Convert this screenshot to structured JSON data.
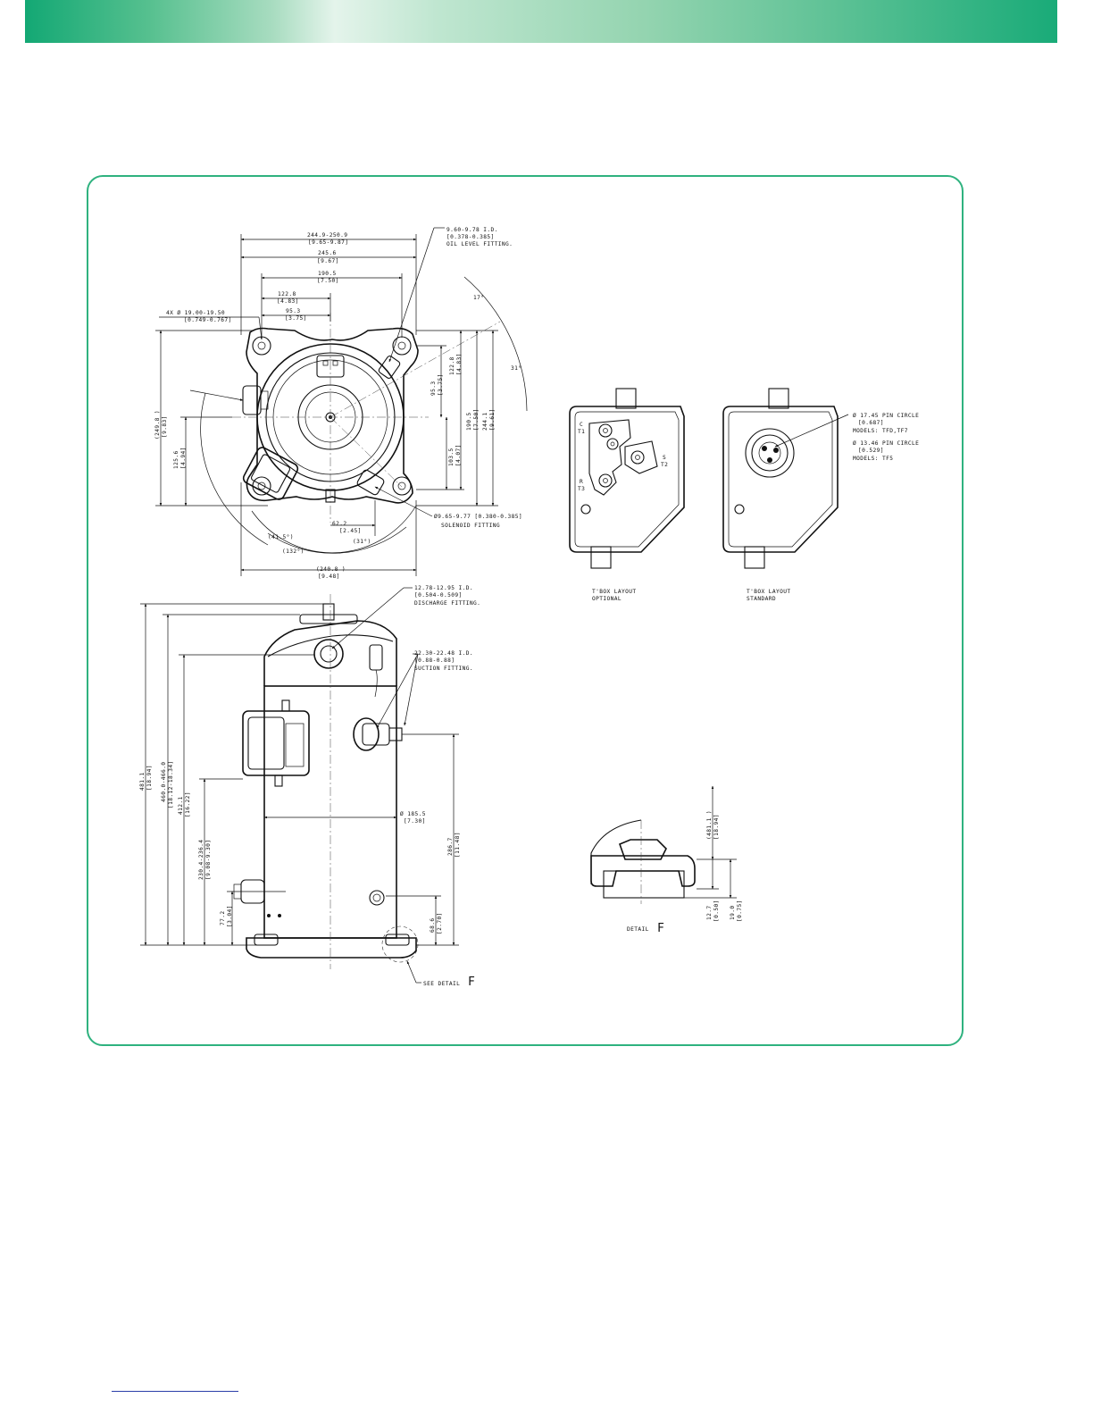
{
  "colors": {
    "accent_green": "#2fb27f",
    "header_green": "#13a874",
    "link_blue": "#2a3ea8"
  },
  "top_view": {
    "dim_overall_width": "244.9-250.9",
    "dim_overall_width_in": "[9.65-9.87]",
    "dim_245": "245.6",
    "dim_245_in": "[9.67]",
    "dim_190": "190.5",
    "dim_190_in": "[7.50]",
    "dim_122": "122.8",
    "dim_122_in": "[4.83]",
    "dim_95": "95.3",
    "dim_95_in": "[3.75]",
    "mount_holes": "4X Ø 19.00-19.50",
    "mount_holes_in": "[0.749-0.767]",
    "oil_fitting_1": "9.60-9.78 I.D.",
    "oil_fitting_2": "[0.378-0.385]",
    "oil_fitting_3": "OIL LEVEL FITTING.",
    "angle_17": "17°",
    "angle_31": "31°",
    "dim_v_249": "(249.8 )",
    "dim_v_249_in": "[9.83]",
    "dim_v_125": "125.6",
    "dim_v_125_in": "[4.94]",
    "dim_v_95": "95.3",
    "dim_v_95_in": "[3.75]",
    "dim_v_122": "122.8",
    "dim_v_122_in": "[4.83]",
    "dim_v_190": "190.5",
    "dim_v_190_in": "[7.50]",
    "dim_v_244": "244.1",
    "dim_v_244_in": "[9.61]",
    "dim_v_103": "103.5",
    "dim_v_103_in": "[4.07]",
    "solenoid_1": "Ø9.65-9.77 [0.380-0.385]",
    "solenoid_2": "SOLENOID FITTING",
    "dim_62": "62.2",
    "dim_62_in": "[2.45]",
    "angle_41": "(41.5°)",
    "angle_31b": "(31°)",
    "angle_132": "(132°)",
    "dim_240": "(240.8 )",
    "dim_240_in": "[9.48]"
  },
  "tbox": {
    "optional_label_1": "T'BOX LAYOUT",
    "optional_label_2": "OPTIONAL",
    "standard_label_1": "T'BOX LAYOUT",
    "standard_label_2": "STANDARD",
    "term_c": "C",
    "term_t1": "T1",
    "term_s": "S",
    "term_t2": "T2",
    "term_r": "R",
    "term_t3": "T3",
    "pin_1a": "Ø 17.45 PIN CIRCLE",
    "pin_1b": "[0.687]",
    "pin_1c": "MODELS: TFD,TF7",
    "pin_2a": "Ø 13.46 PIN CIRCLE",
    "pin_2b": "[0.529]",
    "pin_2c": "MODELS: TF5"
  },
  "side_view": {
    "discharge_1": "12.78-12.95 I.D.",
    "discharge_2": "[0.504-0.509]",
    "discharge_3": "DISCHARGE FITTING.",
    "suction_1": "22.30-22.48 I.D.",
    "suction_2": "[0.88-0.88]",
    "suction_3": "SUCTION FITTING.",
    "dim_481": "481.1",
    "dim_481_in": "[18.94]",
    "dim_460": "460.0-466.0",
    "dim_460_in": "[18.12-18.34]",
    "dim_412": "412.1",
    "dim_412_in": "[16.22]",
    "dim_230": "230.4-236.4",
    "dim_230_in": "[9.08-9.30]",
    "dim_77": "77.2",
    "dim_77_in": "[3.04]",
    "dia_185": "Ø 185.5",
    "dia_185_in": "[7.30]",
    "dim_286": "286.7",
    "dim_286_in": "[11.48]",
    "dim_68": "68.6",
    "dim_68_in": "[2.70]",
    "see_detail": "SEE DETAIL",
    "detail_letter": "F"
  },
  "detail_f": {
    "label": "DETAIL",
    "letter": "F",
    "dim_481": "(481.1 )",
    "dim_481_in": "[18.94]",
    "dim_12": "12.7",
    "dim_12_in": "[0.50]",
    "dim_19": "19.0",
    "dim_19_in": "[0.75]"
  }
}
